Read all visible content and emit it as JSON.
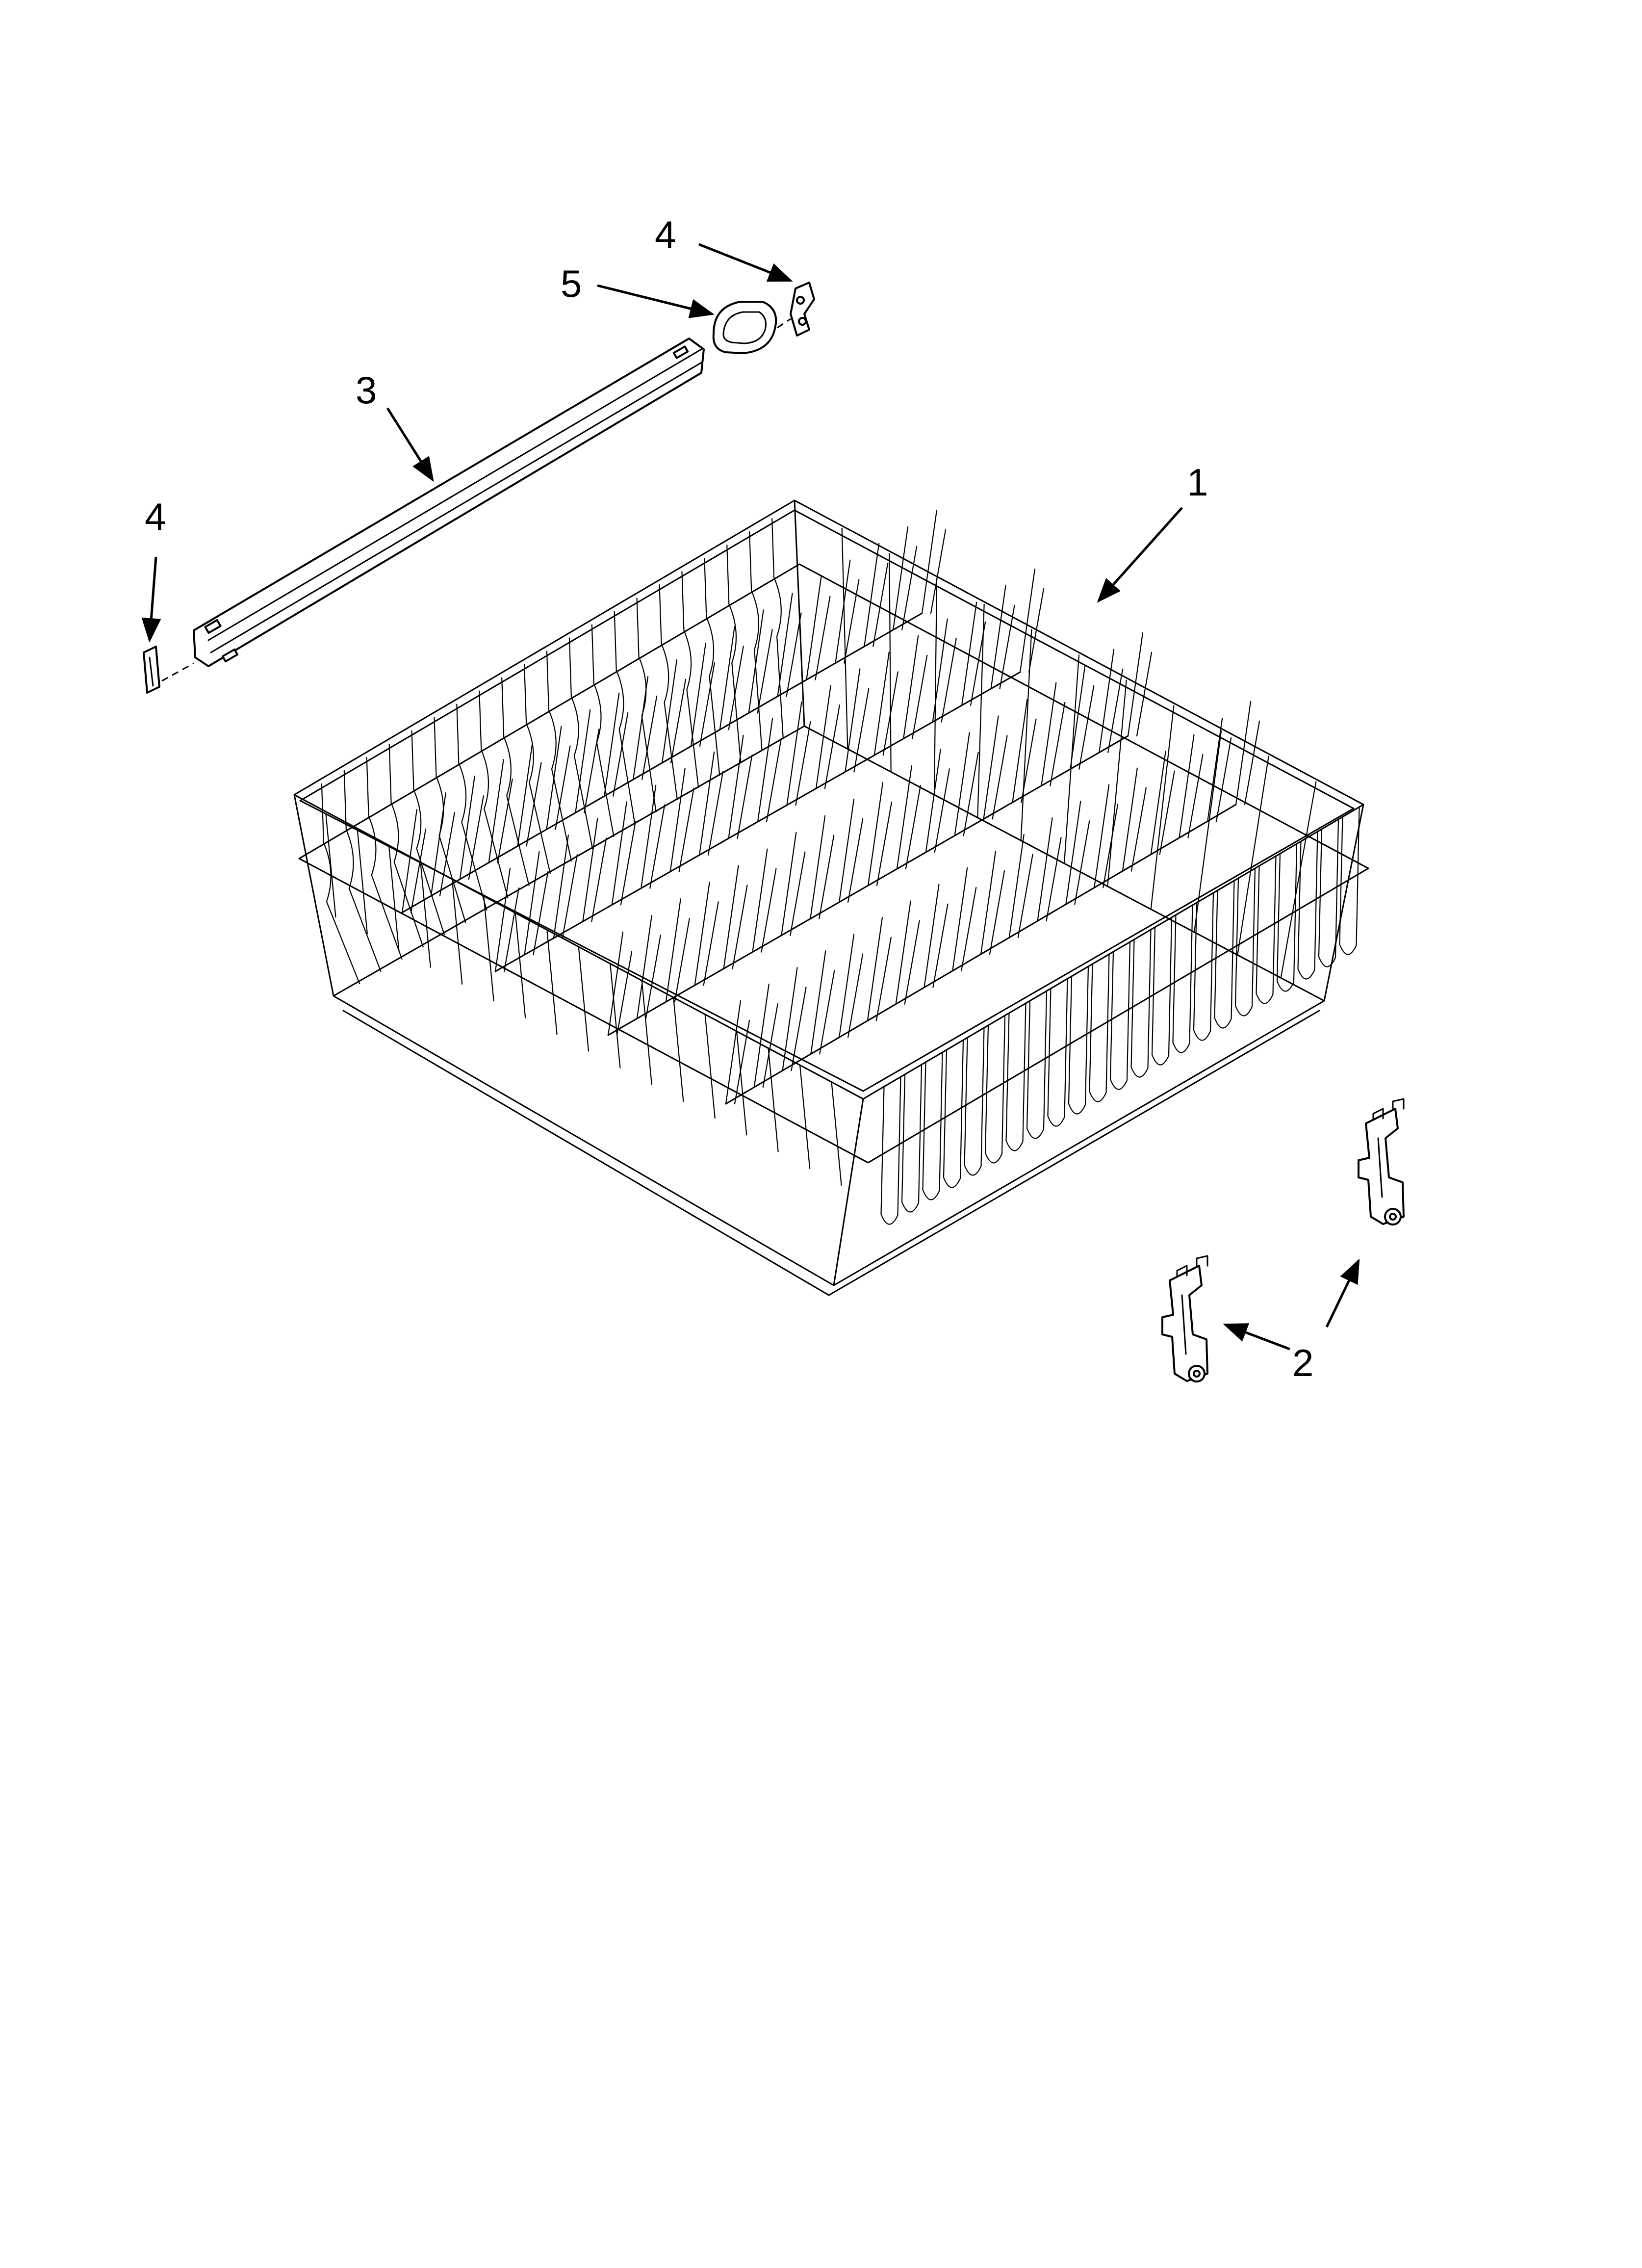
{
  "callouts": [
    {
      "id": "1",
      "label": "1"
    },
    {
      "id": "2",
      "label": "2"
    },
    {
      "id": "3",
      "label": "3"
    },
    {
      "id": "4a",
      "label": "4"
    },
    {
      "id": "4b",
      "label": "4"
    },
    {
      "id": "5",
      "label": "5"
    }
  ],
  "colors": {
    "line": "#000000",
    "background": "#ffffff"
  }
}
